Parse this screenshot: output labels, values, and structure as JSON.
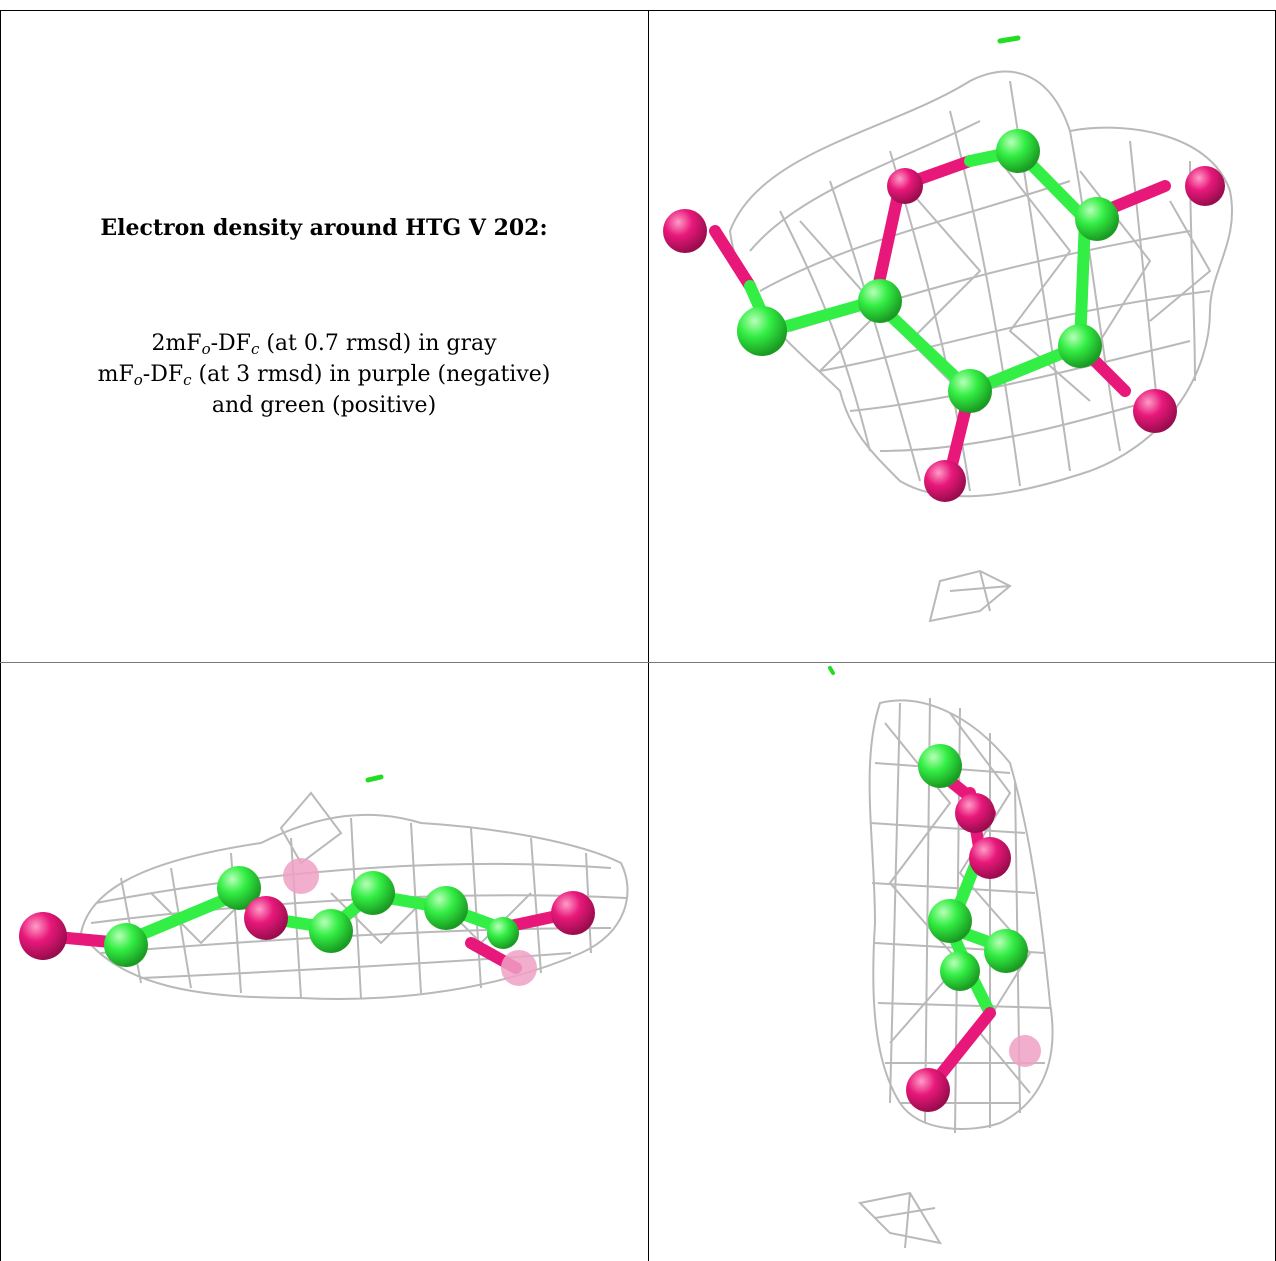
{
  "caption": {
    "title": "Electron density around HTG V 202:",
    "line1": {
      "a": "2mF",
      "o": "o",
      "b": "-DF",
      "c": "c",
      "rest": " (at 0.7 rmsd) in gray"
    },
    "line2": {
      "a": "mF",
      "o": "o",
      "b": "-DF",
      "c": "c",
      "rest": " (at 3 rmsd) in purple (negative)"
    },
    "line3": "and green (positive)"
  },
  "panels": [
    {
      "view": "top view of ligand ring with density mesh"
    },
    {
      "view": "side view of ligand ring with density mesh"
    },
    {
      "view": "edge-on view of ligand ring with density mesh"
    }
  ],
  "colors": {
    "carbon": "#33ee44",
    "oxygen": "#e8187a",
    "mesh": "#b9b9b9",
    "positive": "#22dd22"
  }
}
